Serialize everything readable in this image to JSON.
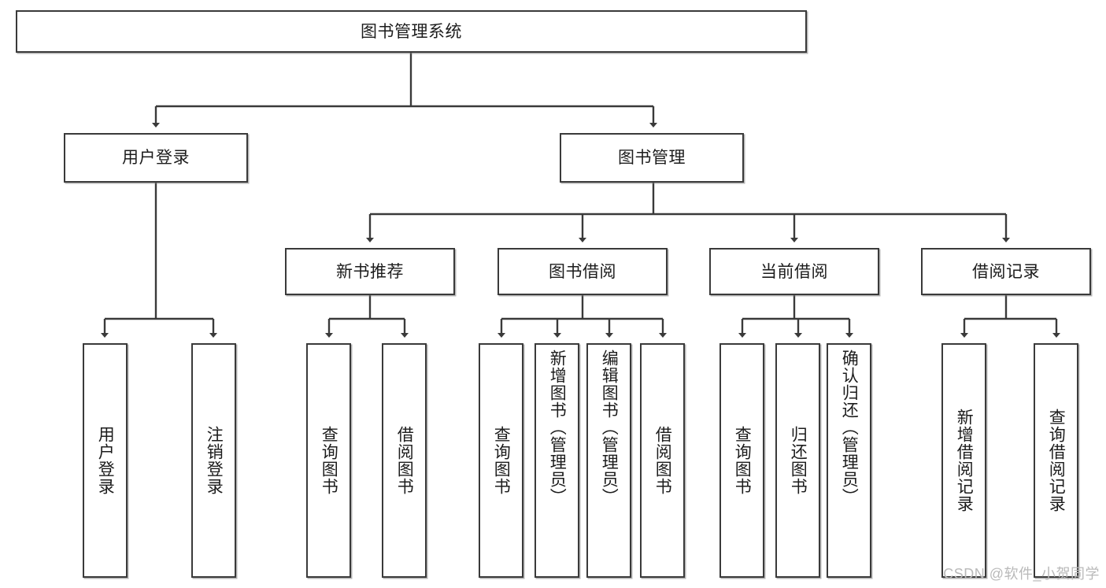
{
  "diagram": {
    "type": "tree-hierarchy-flowchart",
    "title": "图书管理系统",
    "orientation": "top-down",
    "theme": {
      "background": "#ffffff",
      "box_fill": "#ffffff",
      "box_border": "#3a3a3a",
      "connector": "#3a3a3a",
      "text": "#1c1c1c",
      "watermark": "#b9b9b9"
    },
    "levels": {
      "root": {
        "label": "图书管理系统"
      },
      "level2": [
        {
          "id": "user-login",
          "label": "用户登录"
        },
        {
          "id": "book-manage",
          "label": "图书管理"
        }
      ],
      "level3": [
        {
          "id": "new-book-recommend",
          "label": "新书推荐",
          "parent": "book-manage"
        },
        {
          "id": "book-borrow",
          "label": "图书借阅",
          "parent": "book-manage"
        },
        {
          "id": "current-borrow",
          "label": "当前借阅",
          "parent": "book-manage"
        },
        {
          "id": "borrow-record",
          "label": "借阅记录",
          "parent": "book-manage"
        }
      ],
      "leaves": {
        "user-login": [
          {
            "id": "leaf-user-login",
            "label": "用户登录"
          },
          {
            "id": "leaf-user-logout",
            "label": "注销登录"
          }
        ],
        "new-book-recommend": [
          {
            "id": "leaf-query-book-1",
            "label": "查询图书"
          },
          {
            "id": "leaf-borrow-book-1",
            "label": "借阅图书"
          }
        ],
        "book-borrow": [
          {
            "id": "leaf-query-book-2",
            "label": "查询图书"
          },
          {
            "id": "leaf-add-book",
            "label": "新增图书（管理员）"
          },
          {
            "id": "leaf-edit-book",
            "label": "编辑图书（管理员）"
          },
          {
            "id": "leaf-borrow-book-2",
            "label": "借阅图书"
          }
        ],
        "current-borrow": [
          {
            "id": "leaf-query-book-3",
            "label": "查询图书"
          },
          {
            "id": "leaf-return-book",
            "label": "归还图书"
          },
          {
            "id": "leaf-confirm-return",
            "label": "确认归还（管理员）"
          }
        ],
        "borrow-record": [
          {
            "id": "leaf-add-record",
            "label": "新增借阅记录"
          },
          {
            "id": "leaf-query-record",
            "label": "查询借阅记录"
          }
        ]
      }
    }
  },
  "watermark": {
    "text": "CSDN @软件_小贺同学"
  }
}
